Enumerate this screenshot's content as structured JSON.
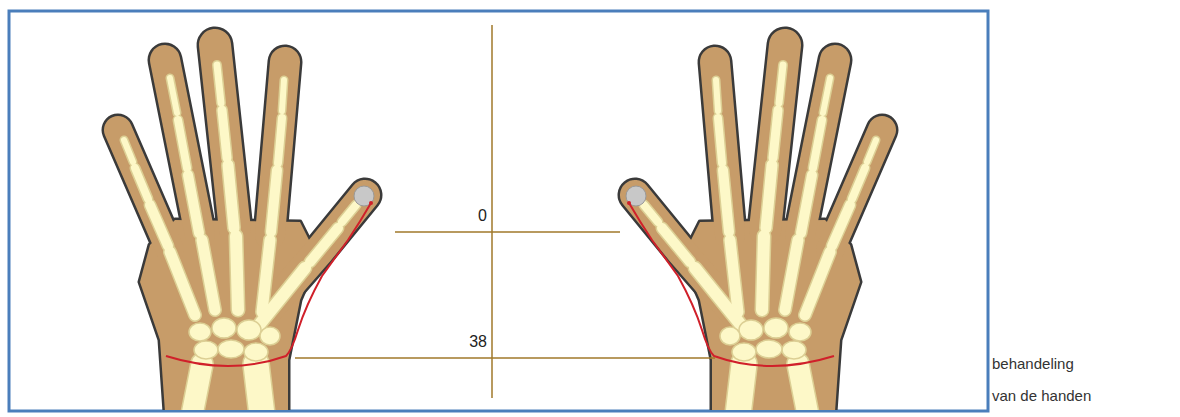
{
  "diagram": {
    "caption": "behandeling van de handen",
    "labels": [
      "0",
      "38"
    ]
  }
}
